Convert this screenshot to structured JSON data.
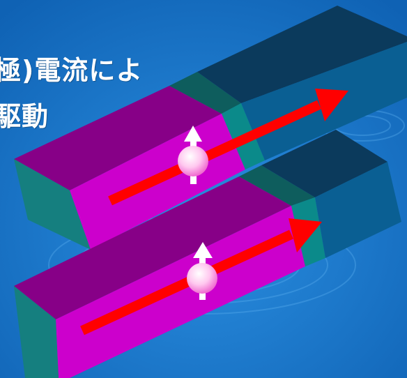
{
  "title": {
    "line1": "極)電流によ",
    "line2": "駆動"
  },
  "colors": {
    "background": "#1f7fd0",
    "magenta_top": "#870087",
    "magenta_side": "#cc00cc",
    "teal_top": "#0e5d5d",
    "teal_side": "#0b8a8a",
    "blue_top": "#0b3a5c",
    "blue_side": "#0a5f93",
    "arrow": "#ff0000",
    "spin_arrow": "#ffffff"
  },
  "icons": [
    "current-arrow",
    "spin-arrow",
    "electron-sphere"
  ]
}
